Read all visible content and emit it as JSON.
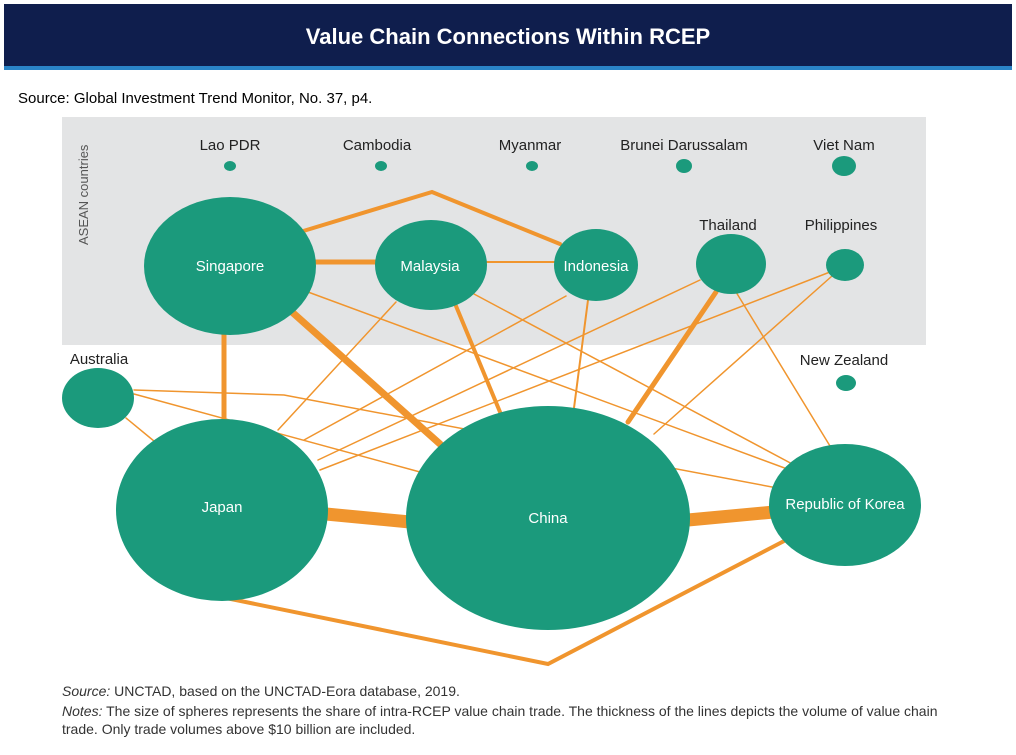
{
  "header": {
    "title": "Value Chain Connections Within RCEP",
    "source": "Source: Global Investment Trend Monitor, No. 37, p4."
  },
  "diagram": {
    "group_label": "ASEAN countries",
    "node_color": "#1b9a7c",
    "link_color": "#f0952e",
    "panel_color": "#e3e4e5",
    "nodes": {
      "lao": "Lao PDR",
      "cambodia": "Cambodia",
      "myanmar": "Myanmar",
      "brunei": "Brunei Darussalam",
      "vietnam": "Viet Nam",
      "singapore": "Singapore",
      "malaysia": "Malaysia",
      "indonesia": "Indonesia",
      "thailand": "Thailand",
      "philippines": "Philippines",
      "australia": "Australia",
      "new_zealand": "New Zealand",
      "japan": "Japan",
      "china": "China",
      "korea": "Republic of Korea"
    }
  },
  "footer": {
    "source_prefix": "Source:",
    "source_text": "UNCTAD, based on the UNCTAD-Eora database, 2019.",
    "notes_prefix": "Notes:",
    "notes_text": "The size of spheres represents the share of intra-RCEP value chain trade. The thickness of the lines depicts the volume of value chain trade. Only trade volumes above $10 billion are included."
  }
}
